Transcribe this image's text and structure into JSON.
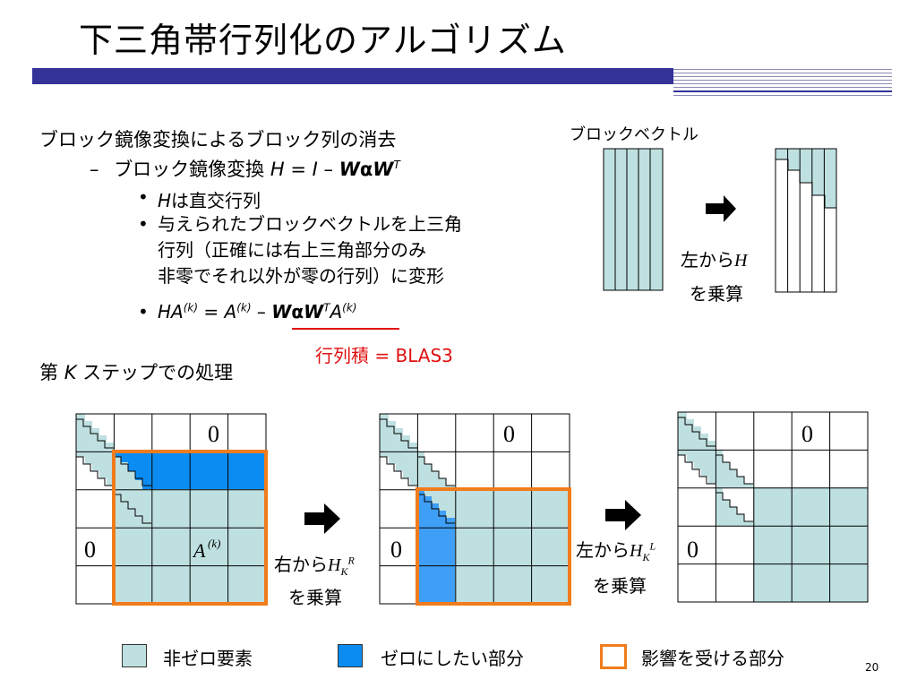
{
  "slide": {
    "title": "下三角帯行列化のアルゴリズム",
    "page_number": "20"
  },
  "content": {
    "heading": "ブロック鏡像変換によるブロック列の消去",
    "sub_dash": "–",
    "sub_text": "ブロック鏡像変換 ",
    "sub_formula": {
      "H": "H",
      "eq": " = ",
      "I": "I",
      "minus": " – ",
      "W": "W",
      "alpha": "α",
      "W2": "W",
      "T": "T"
    },
    "bullet1": {
      "H": "H",
      "rest": "は直交行列"
    },
    "bullet2": [
      "与えられたブロックベクトルを上三角",
      "行列（正確には右上三角部分のみ",
      "非零でそれ以外が零の行列）に変形"
    ],
    "bullet3": {
      "HA": "HA",
      "k1": "(k)",
      "eq": " = ",
      "A": "A",
      "k2": "(k)",
      "minus": " – ",
      "W": "W",
      "alpha": "α",
      "W2": "W",
      "T": "T",
      "A2": "A",
      "k3": "(k)"
    },
    "blas_note": "行列積 = BLAS3",
    "step_label": {
      "pre": "第 ",
      "K": "K",
      "post": " ステップでの処理"
    }
  },
  "block_vector": {
    "label": "ブロックベクトル",
    "op_text": "左から",
    "op_H": "H",
    "op_mult": "を乗算"
  },
  "matrices": {
    "zero_label": "0",
    "akl": "A",
    "akl_sup": "(k)",
    "step1_op": {
      "text": "右から",
      "H": "H",
      "sub": "K",
      "sup": "R",
      "mult": "を乗算"
    },
    "step2_op": {
      "text": "左から",
      "H": "H",
      "sub": "K",
      "sup": "L",
      "mult": "を乗算"
    }
  },
  "legend": [
    {
      "label": "非ゼロ要素",
      "color": "#bfe0e0"
    },
    {
      "label": "ゼロにしたい部分",
      "color": "#0b8cf2"
    },
    {
      "label": "影響を受ける部分",
      "color": "#f07c1c"
    }
  ],
  "colors": {
    "title_bar": "#33339a",
    "nonzero": "#bfe0e0",
    "target": "#0b8cf2",
    "target2": "#3f9ef5",
    "affected": "#f07c1c",
    "blas": "#e01010"
  }
}
